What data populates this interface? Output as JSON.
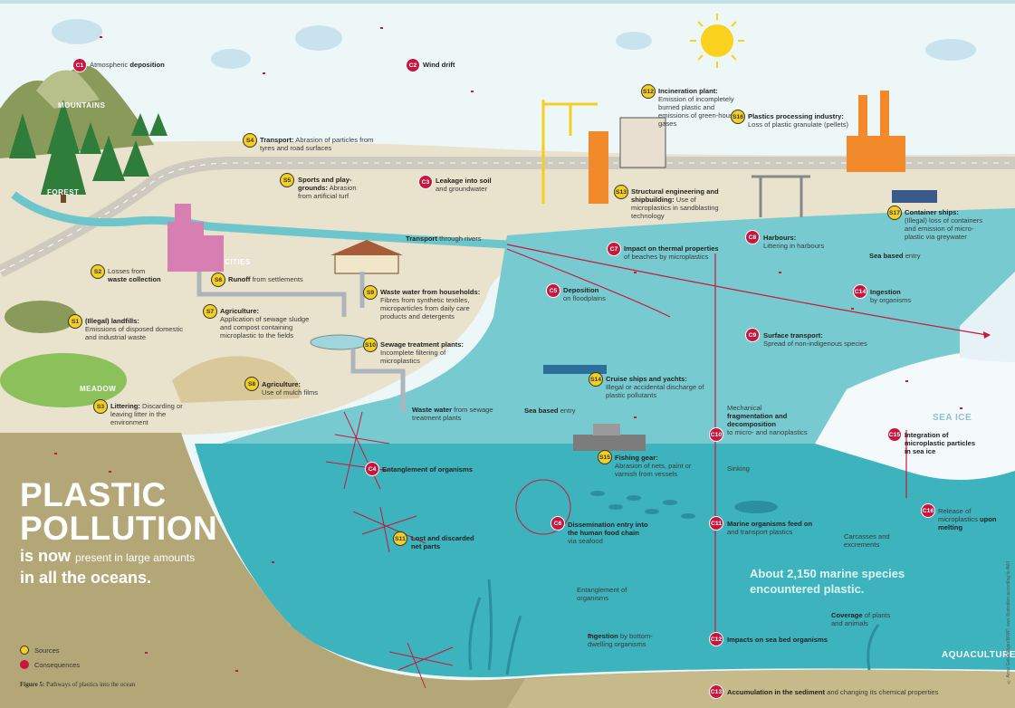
{
  "colors": {
    "sky": "#eaf6f8",
    "sea_surface": "#6cc6cc",
    "sea_deep": "#35b0bb",
    "land": "#e9e2cc",
    "seabed": "#b3a676",
    "accent": "#c8173f",
    "source": "#f4cf20"
  },
  "places": {
    "mountains": "MOUNTAINS",
    "forest": "FOREST",
    "cities": "CITIES",
    "meadow": "MEADOW",
    "sea_ice": "SEA ICE",
    "aquaculture": "AQUACULTURE"
  },
  "headline": {
    "line1": "PLASTIC",
    "line2": "POLLUTION",
    "line3a": "is now",
    "line3b": "present in large amounts",
    "line4": "in all the oceans."
  },
  "species_note": {
    "line1": "About 2,150 marine species",
    "line2": "encountered plastic."
  },
  "legend": {
    "sources": "Sources",
    "consequences": "Consequences"
  },
  "caption": {
    "fig": "Figure 5:",
    "text": "Pathways of plastics into the ocean"
  },
  "credit": "© Anna Gelschläger/WWF; own illustration according to AWI",
  "labels": {
    "c1": {
      "code": "C1",
      "bold": "",
      "pre": "Atmospheric",
      "boldText": "deposition",
      "desc": ""
    },
    "c2": {
      "code": "C2",
      "pre": "",
      "boldText": "Wind drift",
      "desc": ""
    },
    "c3": {
      "code": "C3",
      "boldText": "Leakage into soil",
      "desc": "and groundwater"
    },
    "c4": {
      "code": "C4",
      "boldText": "Entanglement of organisms",
      "desc": ""
    },
    "c5": {
      "code": "C5",
      "boldText": "Deposition",
      "desc": "on floodplains"
    },
    "c6": {
      "code": "C6",
      "boldText": "Dissemination entry into the human food chain",
      "desc": "via seafood"
    },
    "c7": {
      "code": "C7",
      "boldText": "Impact on thermal properties",
      "desc": "of beaches by microplastics"
    },
    "c8": {
      "code": "C8",
      "boldText": "Harbours:",
      "desc": "Littering in harbours"
    },
    "c9": {
      "code": "C9",
      "boldText": "Surface transport:",
      "desc": "Spread of non-indigenous species"
    },
    "c10": {
      "code": "C10",
      "pre": "Mechanical",
      "boldText": "fragmentation and decomposition",
      "desc": "to micro- and nanoplastics"
    },
    "c11": {
      "code": "C11",
      "boldText": "Marine organisms feed on",
      "desc": "and transport plastics"
    },
    "c12": {
      "code": "C12",
      "boldText": "Impacts on sea bed organisms",
      "desc": ""
    },
    "c13": {
      "code": "C13",
      "boldText": "Accumulation in the sediment",
      "desc": "and changing its chemical properties"
    },
    "c14": {
      "code": "C14",
      "boldText": "Ingestion",
      "desc": "by organisms"
    },
    "c15": {
      "code": "C15",
      "boldText": "Integration of microplastic particles in sea ice",
      "desc": ""
    },
    "c16": {
      "code": "C16",
      "pre": "Release of microplastics",
      "boldText": "upon melting",
      "desc": ""
    },
    "s1": {
      "code": "S1",
      "boldText": "(Illegal) landfills:",
      "desc": "Emissions of disposed domestic and industrial waste"
    },
    "s2": {
      "code": "S2",
      "pre": "Losses from",
      "boldText": "waste collection",
      "desc": ""
    },
    "s3": {
      "code": "S3",
      "boldText": "Littering:",
      "desc": "Discarding or leaving litter in the environment"
    },
    "s4": {
      "code": "S4",
      "boldText": "Transport:",
      "desc": "Abrasion of particles from tyres and road surfaces"
    },
    "s5": {
      "code": "S5",
      "boldText": "Sports and play-grounds:",
      "desc": "Abrasion from artificial turf"
    },
    "s6": {
      "code": "S6",
      "boldText": "Runoff",
      "desc": "from settlements"
    },
    "s7": {
      "code": "S7",
      "boldText": "Agriculture:",
      "desc": "Application of sewage sludge and compost containing microplastic to the fields"
    },
    "s8": {
      "code": "S8",
      "boldText": "Agriculture:",
      "desc": "Use of mulch films"
    },
    "s9": {
      "code": "S9",
      "boldText": "Waste water from households:",
      "desc": "Fibres from synthetic textiles, microparticles from daily care products and detergents"
    },
    "s10": {
      "code": "S10",
      "boldText": "Sewage treatment plants:",
      "desc": "Incomplete filtering of microplastics"
    },
    "s11": {
      "code": "S11",
      "boldText": "Lost and discarded net parts",
      "desc": ""
    },
    "s12": {
      "code": "S12",
      "boldText": "Incineration plant:",
      "desc": "Emission of incompletely burned plastic and emissions of green-house gases"
    },
    "s13": {
      "code": "S13",
      "boldText": "Structural engineering and shipbuilding:",
      "desc": "Use of microplastics in sandblasting technology"
    },
    "s14": {
      "code": "S14",
      "boldText": "Cruise ships and yachts:",
      "desc": "Illegal or accidental discharge of plastic pollutants"
    },
    "s15": {
      "code": "S15",
      "boldText": "Fishing gear:",
      "desc": "Abrasion of nets, paint or varnish from vessels"
    },
    "s16": {
      "code": "S16",
      "boldText": "Plastics processing industry:",
      "desc": "Loss of plastic granulate (pellets)"
    },
    "s17": {
      "code": "S17",
      "boldText": "Container ships:",
      "desc": "(Illegal) loss of containers and emission of micro-plastic via greywater"
    }
  },
  "free_text": {
    "transport_rivers_b": "Transport",
    "transport_rivers": "through rivers",
    "waste_water_b": "Waste water",
    "waste_water": "from sewage treatment plants",
    "sea_entry_1": "Sea based",
    "sea_entry_1b": "entry",
    "sea_entry_2": "Sea based",
    "sea_entry_2b": "entry",
    "sinking": "Sinking",
    "carcasses": "Carcasses and excrements",
    "entangle2": "Entanglement of organisms",
    "ingestion_b": "Ingestion",
    "ingestion": "by bottom-dwelling organisms",
    "coverage_b": "Coverage",
    "coverage": "of plants and animals"
  }
}
